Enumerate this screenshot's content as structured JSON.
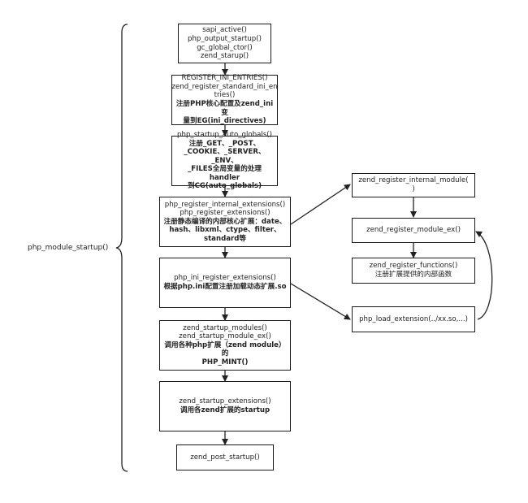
{
  "left_label": "php_module_startup()",
  "boxes": {
    "b1": {
      "lines": [
        "sapi_active()",
        "php_output_startup()",
        "gc_global_ctor()",
        "zend_starup()"
      ]
    },
    "b2": {
      "lines": [
        "REGISTER_INI_ENTRIES()",
        "zend_register_standard_ini_en",
        "tries()"
      ],
      "bold": [
        "注册PHP核心配置及zend_ini变",
        "量到EG(ini_directives)"
      ]
    },
    "b3": {
      "lines": [
        "php_startup_auto_globals()"
      ],
      "bold": [
        "注册_GET、_POST、",
        "_COOKIE、_SERVER、_ENV、",
        "_FILES全局变量的处理handler",
        "到CG(auto_globals)"
      ]
    },
    "b4": {
      "lines": [
        "php_register_internal_extensions()",
        "php_register_extensions()"
      ],
      "bold": [
        "注册静态编译的内部核心扩展：date、",
        "hash、libxml、ctype、filter、",
        "standard等"
      ]
    },
    "b5": {
      "lines": [
        "php_ini_register_extensions()"
      ],
      "bold": [
        "根据php.ini配置注册加载动态扩展.so"
      ]
    },
    "b6": {
      "lines": [
        "zend_startup_modules()",
        "zend_startup_module_ex()"
      ],
      "bold": [
        "调用各种php扩展（zend module）的",
        "PHP_MINT()"
      ]
    },
    "b7": {
      "lines": [
        "zend_startup_extensions()"
      ],
      "bold": [
        "调用各zend扩展的startup"
      ]
    },
    "b8": {
      "lines": [
        "zend_post_startup()"
      ]
    },
    "r1": {
      "lines": [
        "zend_register_internal_module(",
        ")"
      ]
    },
    "r2": {
      "lines": [
        "zend_register_module_ex()"
      ]
    },
    "r3": {
      "lines": [
        "zend_register_functions()",
        "注册扩展提供的内部函数"
      ]
    },
    "r4": {
      "lines": [
        "php_load_extension(../xx.so,...)"
      ]
    }
  }
}
